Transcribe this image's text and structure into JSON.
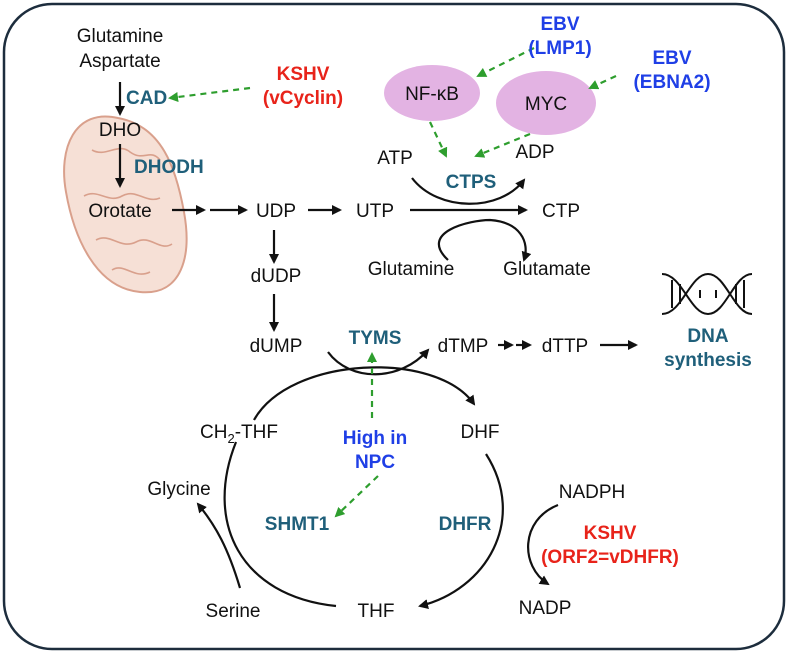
{
  "colors": {
    "enzyme": "#1f5f7a",
    "virus_red": "#e8231a",
    "virus_blue": "#1f3fe6",
    "activation_arrow": "#2e9e2e",
    "bubble_fill": "#e3b3e3",
    "mito_fill": "#f6e0d6",
    "mito_stroke": "#d9a08c",
    "frame": "#1d2d3d"
  },
  "metabolites": {
    "glutamine_top": "Glutamine",
    "aspartate": "Aspartate",
    "dho": "DHO",
    "orotate": "Orotate",
    "udp": "UDP",
    "utp": "UTP",
    "ctp": "CTP",
    "atp": "ATP",
    "adp": "ADP",
    "glutamine": "Glutamine",
    "glutamate": "Glutamate",
    "dudp": "dUDP",
    "dump": "dUMP",
    "dtmp": "dTMP",
    "dttp": "dTTP",
    "ch2thf_a": "CH",
    "ch2thf_sub": "2",
    "ch2thf_b": "-THF",
    "dhf": "DHF",
    "glycine": "Glycine",
    "serine": "Serine",
    "thf": "THF",
    "nadph": "NADPH",
    "nadp": "NADP"
  },
  "enzymes": {
    "cad": "CAD",
    "dhodh": "DHODH",
    "ctps": "CTPS",
    "tyms": "TYMS",
    "shmt1": "SHMT1",
    "dhfr": "DHFR"
  },
  "regulators": {
    "nfkb": "NF-κB",
    "myc": "MYC"
  },
  "viruses": {
    "kshv_vcyclin": [
      "KSHV",
      "(vCyclin)"
    ],
    "ebv_lmp1": [
      "EBV",
      "(LMP1)"
    ],
    "ebv_ebna2": [
      "EBV",
      "(EBNA2)"
    ],
    "npc": [
      "High in",
      "NPC"
    ],
    "kshv_vdhfr": [
      "KSHV",
      "(ORF2=vDHFR)"
    ]
  },
  "output": [
    "DNA",
    "synthesis"
  ],
  "icons": {
    "dna": "dna-double-helix-icon",
    "mitochondrion": "mitochondrion-icon"
  }
}
